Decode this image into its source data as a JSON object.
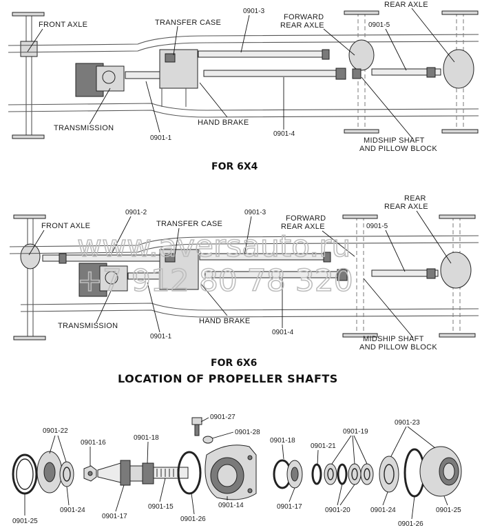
{
  "diagram_6x4": {
    "labels": {
      "front_axle": "FRONT AXLE",
      "transfer_case": "TRANSFER CASE",
      "p0901_3": "0901-3",
      "forward_rear_axle_1": "FORWARD",
      "forward_rear_axle_2": "REAR AXLE",
      "rear_axle": "REAR AXLE",
      "p0901_5": "0901-5",
      "transmission": "TRANSMISSION",
      "p0901_1": "0901-1",
      "hand_brake": "HAND BRAKE",
      "p0901_4": "0901-4",
      "midship_1": "MIDSHIP SHAFT",
      "midship_2": "AND PILLOW BLOCK"
    },
    "caption": "FOR 6X4"
  },
  "diagram_6x6": {
    "labels": {
      "front_axle": "FRONT AXLE",
      "p0901_2": "0901-2",
      "transfer_case": "TRANSFER CASE",
      "p0901_3": "0901-3",
      "forward_rear_axle_1": "FORWARD",
      "forward_rear_axle_2": "REAR AXLE",
      "rear_rear_axle_1": "REAR",
      "rear_rear_axle_2": "REAR AXLE",
      "p0901_5": "0901-5",
      "transmission": "TRANSMISSION",
      "p0901_1": "0901-1",
      "hand_brake": "HAND BRAKE",
      "p0901_4": "0901-4",
      "midship_1": "MIDSHIP SHAFT",
      "midship_2": "AND PILLOW BLOCK"
    },
    "caption": "FOR 6X6"
  },
  "title": "LOCATION OF PROPELLER SHAFTS",
  "watermark": {
    "line1": "www.aversauto.ru",
    "line2": "+7 912 80 78 320"
  },
  "exploded_view": {
    "p0901_27": "0901-27",
    "p0901_28": "0901-28",
    "p0901_22": "0901-22",
    "p0901_16": "0901-16",
    "p0901_18a": "0901-18",
    "p0901_18b": "0901-18",
    "p0901_21": "0901-21",
    "p0901_19": "0901-19",
    "p0901_23": "0901-23",
    "p0901_25a": "0901-25",
    "p0901_24a": "0901-24",
    "p0901_17a": "0901-17",
    "p0901_15": "0901-15",
    "p0901_26a": "0901-26",
    "p0901_14": "0901-14",
    "p0901_17b": "0901-17",
    "p0901_20": "0901-20",
    "p0901_24b": "0901-24",
    "p0901_26b": "0901-26",
    "p0901_25b": "0901-25"
  }
}
